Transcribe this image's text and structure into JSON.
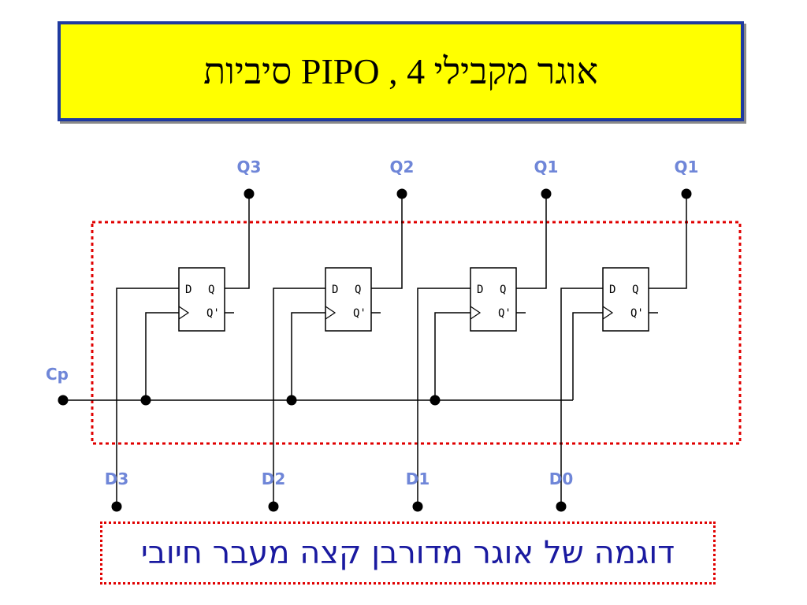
{
  "title": "אוגר מקבילי PIPO , 4 סיביות",
  "caption": "דוגמה של אוגר מדורבן קצה מעבר חיובי",
  "outputs": [
    "Q3",
    "Q2",
    "Q1",
    "Q1"
  ],
  "inputs": [
    "D3",
    "D2",
    "D1",
    "D0"
  ],
  "clock_label": "Cp",
  "flipflop": {
    "d_label": "D",
    "q_label": "Q",
    "qbar_label": "Q'"
  },
  "colors": {
    "title_bg": "#ffff00",
    "title_border": "#1f3aa0",
    "dashed_border": "#e00000",
    "pin_label": "#6f86d8",
    "caption_text": "#1a1aa0",
    "wire": "#000000"
  }
}
